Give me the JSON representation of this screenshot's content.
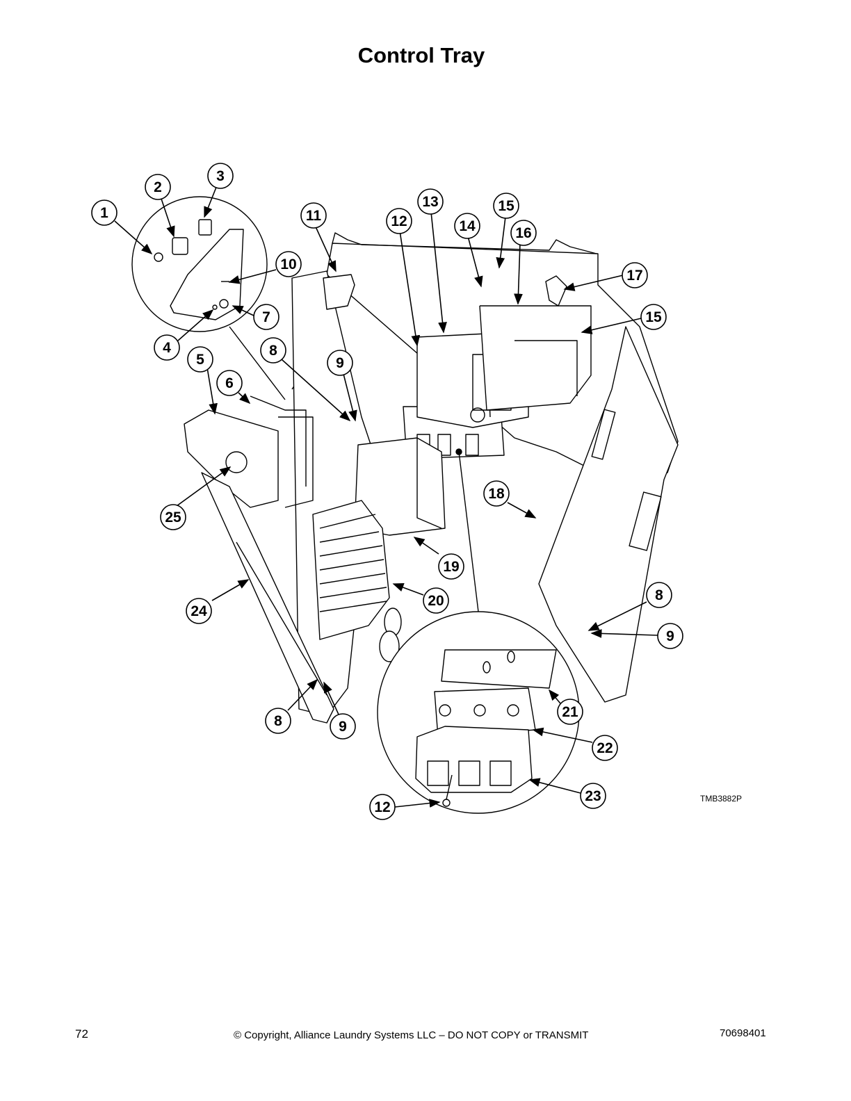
{
  "page": {
    "title": "Control Tray",
    "page_number": "72",
    "copyright": "© Copyright, Alliance Laundry Systems LLC – DO NOT COPY or TRANSMIT",
    "document_number": "70698401"
  },
  "diagram": {
    "reference_code": "TMB3882P",
    "callouts": [
      "1",
      "2",
      "3",
      "4",
      "5",
      "6",
      "7",
      "8",
      "9",
      "10",
      "11",
      "12",
      "13",
      "14",
      "15",
      "16",
      "17",
      "18",
      "19",
      "20",
      "21",
      "22",
      "23",
      "24",
      "25",
      "15",
      "8",
      "9",
      "8",
      "9",
      "8",
      "9",
      "12"
    ]
  }
}
